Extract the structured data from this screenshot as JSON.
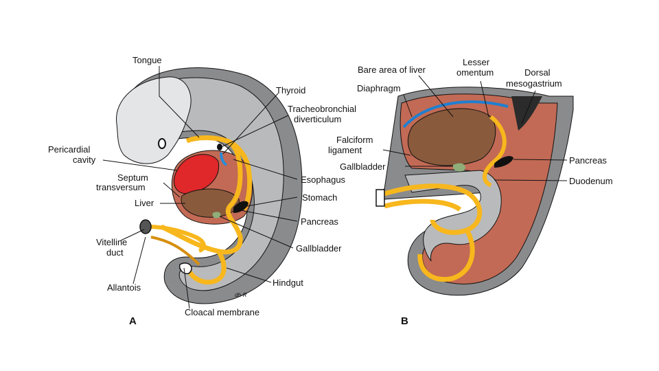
{
  "colors": {
    "gray_dark": "#8a8b8d",
    "gray_mid": "#b9babc",
    "gray_light": "#e4e5e7",
    "gut_yellow": "#f7b71d",
    "gut_dark": "#d68f0f",
    "mesentery": "#c26a55",
    "liver_brown": "#8a5a3c",
    "heart_red": "#e0272a",
    "thyroid_blue": "#2a8bd6",
    "diaphragm_blue": "#1f7fd0",
    "black": "#111111"
  },
  "panel_a": {
    "letter": "A",
    "signature": "dh-R",
    "labels": {
      "tongue": "Tongue",
      "thyroid": "Thyroid",
      "tracheo_1": "Tracheobronchial",
      "tracheo_2": "diverticulum",
      "pericardial_1": "Pericardial",
      "pericardial_2": "cavity",
      "septum_1": "Septum",
      "septum_2": "transversum",
      "liver": "Liver",
      "esophagus": "Esophagus",
      "stomach": "Stomach",
      "pancreas": "Pancreas",
      "gallbladder": "Gallbladder",
      "vitelline_1": "Vitelline",
      "vitelline_2": "duct",
      "allantois": "Allantois",
      "hindgut": "Hindgut",
      "cloacal": "Cloacal membrane"
    }
  },
  "panel_b": {
    "letter": "B",
    "labels": {
      "bare_area": "Bare area of liver",
      "lesser_1": "Lesser",
      "lesser_2": "omentum",
      "dorsal_1": "Dorsal",
      "dorsal_2": "mesogastrium",
      "diaphragm": "Diaphragm",
      "falciform_1": "Falciform",
      "falciform_2": "ligament",
      "gallbladder": "Gallbladder",
      "pancreas": "Pancreas",
      "duodenum": "Duodenum"
    }
  }
}
